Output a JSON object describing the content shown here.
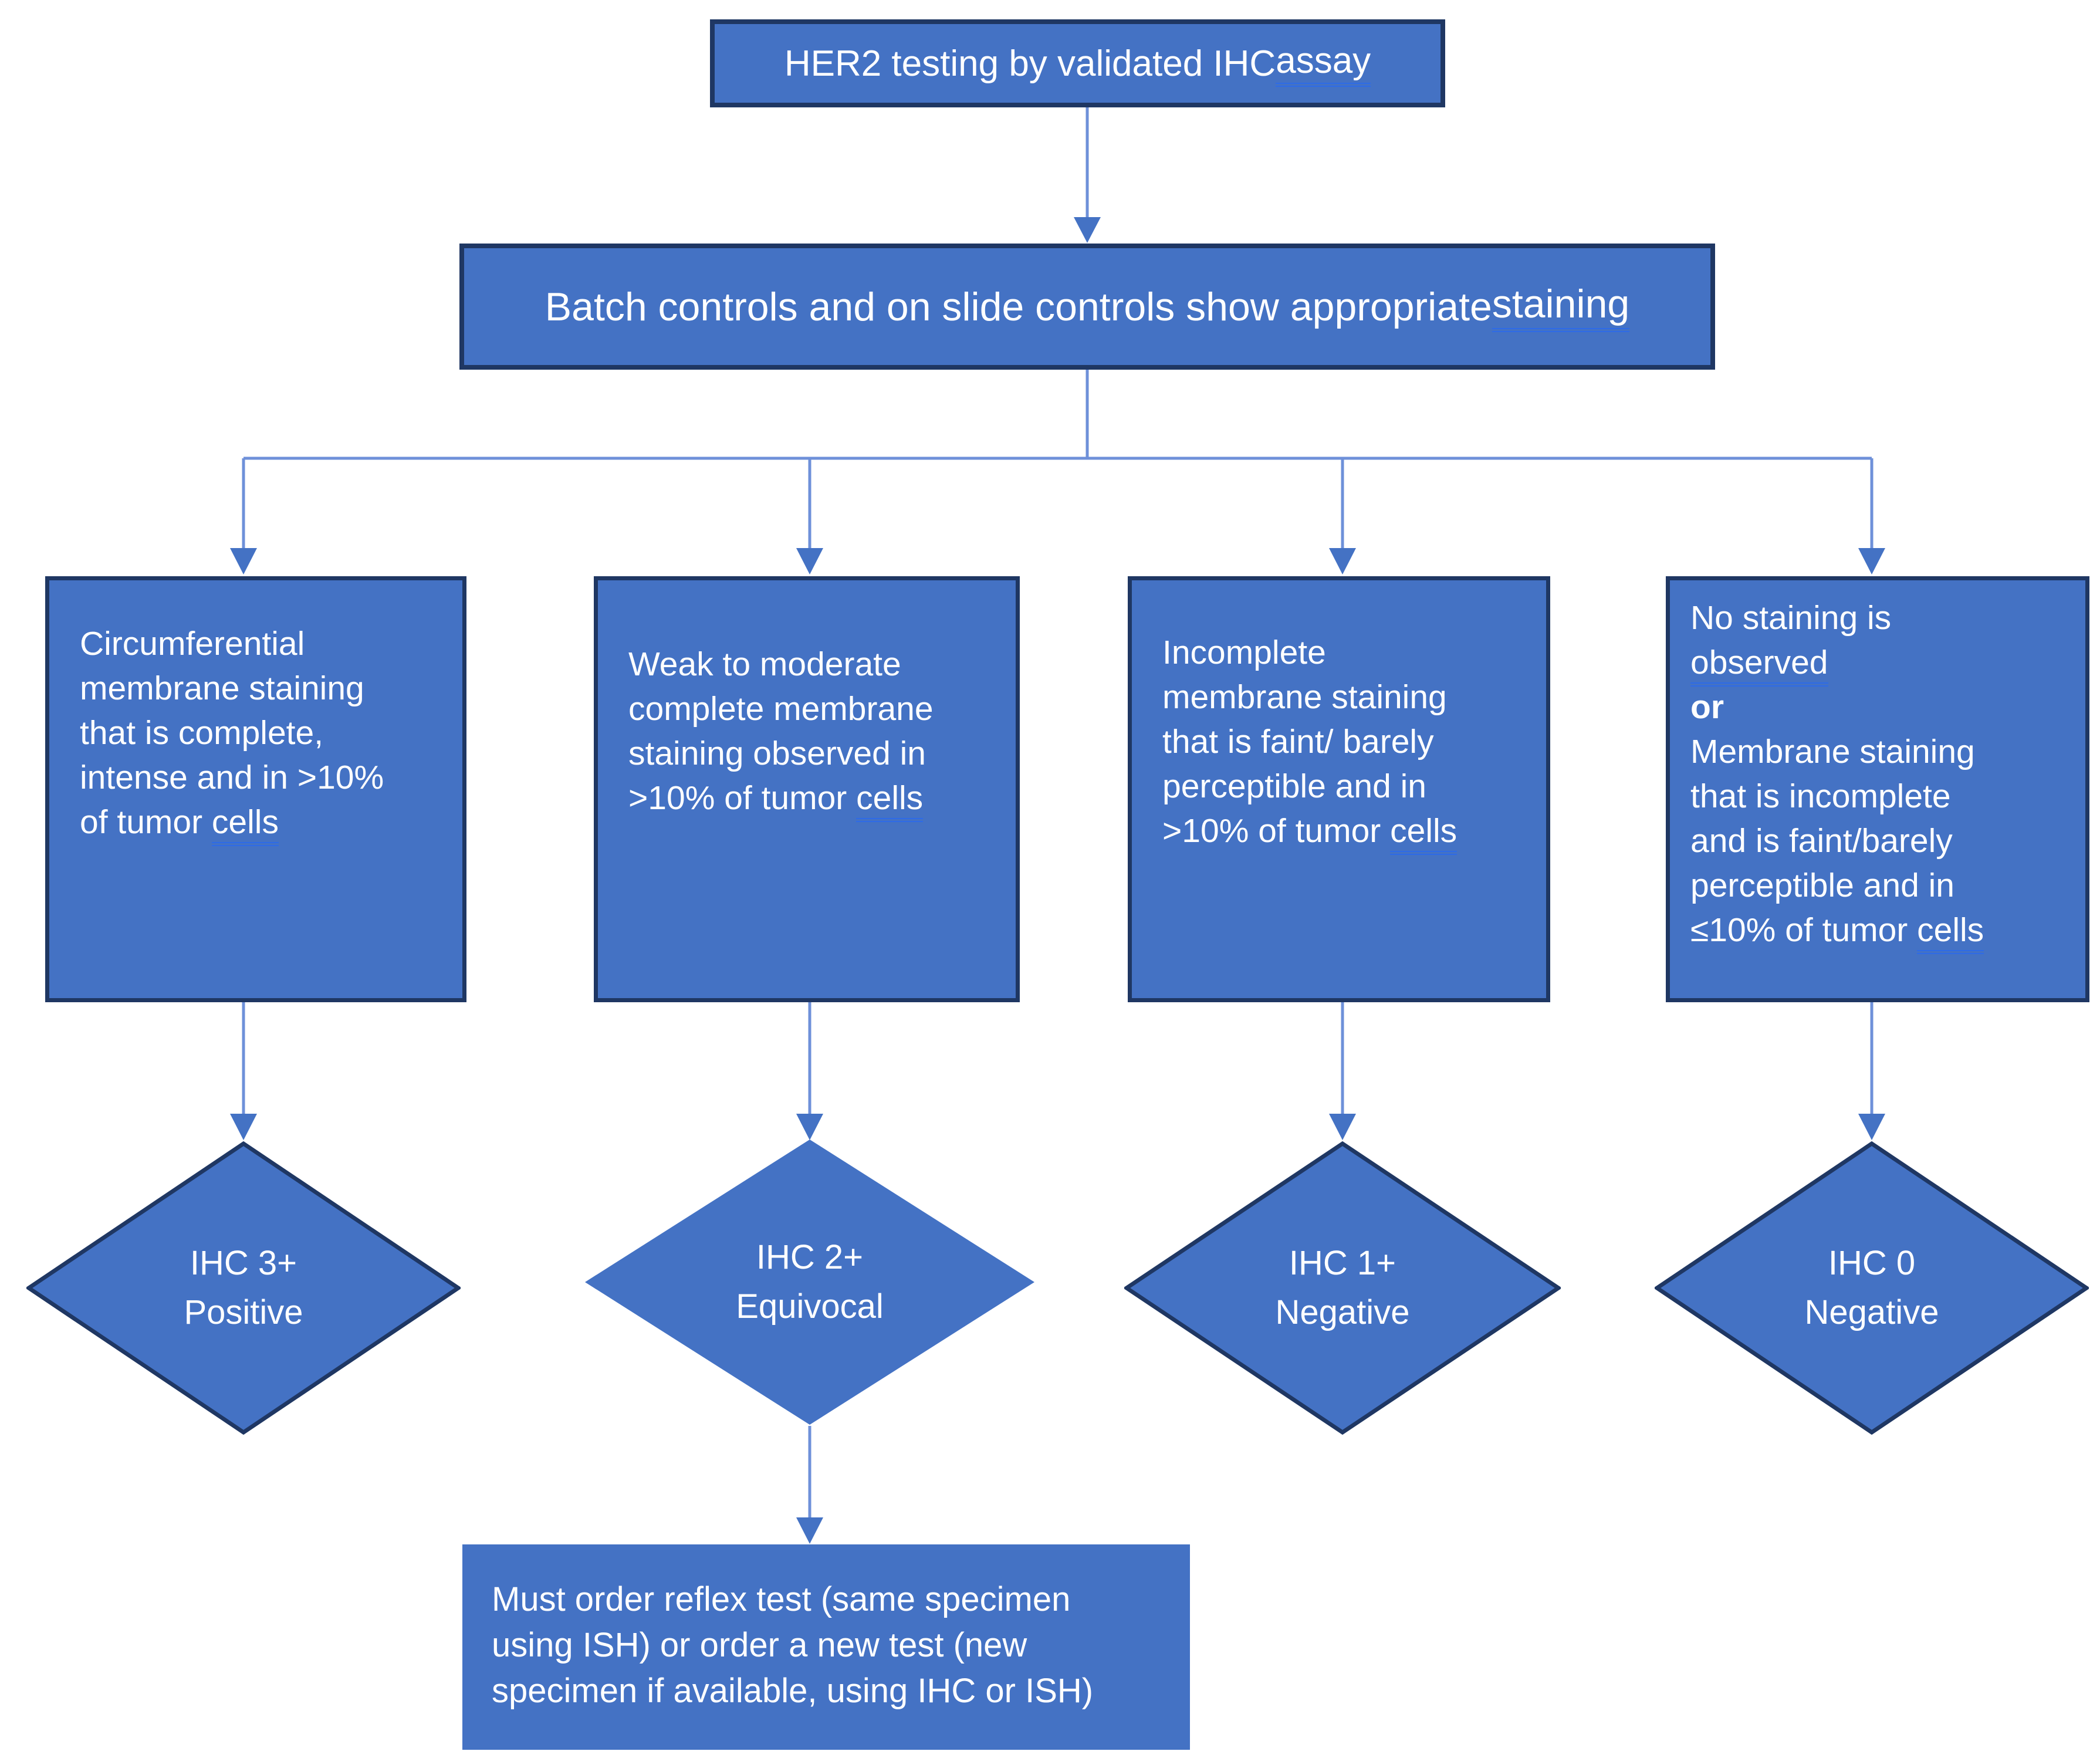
{
  "colors": {
    "node_fill": "#4472c4",
    "node_border": "#1f3763",
    "connector_line": "#6e90d9",
    "arrowhead": "#4472c4",
    "grammar_underline": "#2e6be6",
    "text": "#ffffff",
    "background": "#ffffff"
  },
  "title_box": {
    "text": "HER2 testing by validated IHC ",
    "underlined": "assay"
  },
  "controls_box": {
    "text": "Batch controls and on slide controls show appropriate ",
    "underlined": "staining"
  },
  "criteria_boxes": [
    {
      "name": "ihc3-criteria",
      "text": "Circumferential\nmembrane staining\nthat is complete,\nintense and in >10%\nof tumor ",
      "underlined": "cells"
    },
    {
      "name": "ihc2-criteria",
      "text": "Weak to moderate\ncomplete membrane\nstaining observed in\n>10% of tumor ",
      "underlined": "cells"
    },
    {
      "name": "ihc1-criteria",
      "text": "Incomplete\nmembrane staining\nthat is faint/ barely\nperceptible and in\n>10% of tumor ",
      "underlined": "cells"
    },
    {
      "name": "ihc0-criteria",
      "line1": "No staining is\n",
      "line1_underlined": "observed",
      "or_text": "or",
      "line2": "Membrane staining\nthat is incomplete\nand is faint/barely\nperceptible and in\n≤10% of tumor ",
      "line2_underlined": "cells"
    }
  ],
  "diamonds": [
    {
      "line1": "IHC 3+",
      "line2": "Positive"
    },
    {
      "line1": "IHC 2+",
      "line2": "Equivocal"
    },
    {
      "line1": "IHC 1+",
      "line2": "Negative"
    },
    {
      "line1": "IHC 0",
      "line2": "Negative"
    }
  ],
  "reflex_box": {
    "text": "Must order reflex test (same specimen\nusing ISH) or order a new test (new\nspecimen if available, using IHC or ISH)"
  }
}
